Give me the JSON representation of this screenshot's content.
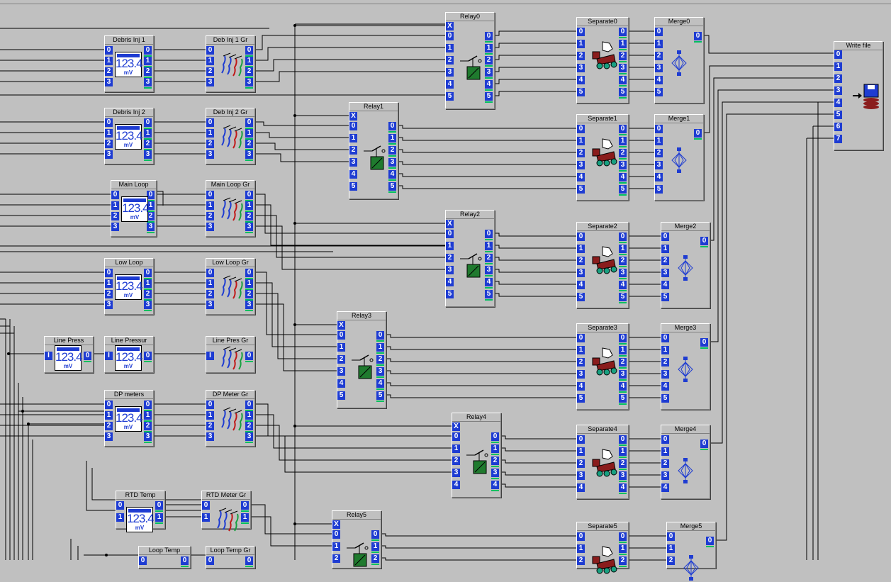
{
  "meter_display": {
    "value": "123.4",
    "unit": "mV"
  },
  "meters": [
    {
      "name": "Debris Inj 1",
      "inputs": [
        "0",
        "1",
        "2",
        "3"
      ],
      "outputs": [
        "0",
        "1",
        "2",
        "3"
      ]
    },
    {
      "name": "Debris Inj 2",
      "inputs": [
        "0",
        "1",
        "2",
        "3"
      ],
      "outputs": [
        "0",
        "1",
        "2",
        "3"
      ]
    },
    {
      "name": "Main Loop",
      "inputs": [
        "0",
        "1",
        "2",
        "3"
      ],
      "outputs": [
        "0",
        "1",
        "2",
        "3"
      ]
    },
    {
      "name": "Low Loop",
      "inputs": [
        "0",
        "1",
        "2",
        "3"
      ],
      "outputs": [
        "0",
        "1",
        "2",
        "3"
      ]
    },
    {
      "name": "Line Press",
      "inputs": [
        "I"
      ],
      "outputs": [
        "0"
      ]
    },
    {
      "name": "Line Pressur",
      "inputs": [
        "I"
      ],
      "outputs": [
        "0"
      ]
    },
    {
      "name": "DP meters",
      "inputs": [
        "0",
        "1",
        "2",
        "3"
      ],
      "outputs": [
        "0",
        "1",
        "2",
        "3"
      ]
    },
    {
      "name": "RTD Temp",
      "inputs": [
        "0",
        "1"
      ],
      "outputs": [
        "0",
        "1"
      ]
    },
    {
      "name": "Loop Temp",
      "inputs": [
        "0"
      ],
      "outputs": [
        "0"
      ]
    }
  ],
  "graphs": [
    {
      "name": "Deb Inj 1 Gr",
      "inputs": [
        "0",
        "1",
        "2",
        "3"
      ],
      "outputs": [
        "0",
        "1",
        "2",
        "3"
      ]
    },
    {
      "name": "Deb Inj 2 Gr",
      "inputs": [
        "0",
        "1",
        "2",
        "3"
      ],
      "outputs": [
        "0",
        "1",
        "2",
        "3"
      ]
    },
    {
      "name": "Main Loop Gr",
      "inputs": [
        "0",
        "1",
        "2",
        "3"
      ],
      "outputs": [
        "0",
        "1",
        "2",
        "3"
      ]
    },
    {
      "name": "Low Loop Gr",
      "inputs": [
        "0",
        "1",
        "2",
        "3"
      ],
      "outputs": [
        "0",
        "1",
        "2",
        "3"
      ]
    },
    {
      "name": "Line Pres Gr",
      "inputs": [
        "I"
      ],
      "outputs": [
        "0"
      ]
    },
    {
      "name": "DP Meter Gr",
      "inputs": [
        "0",
        "1",
        "2",
        "3"
      ],
      "outputs": [
        "0",
        "1",
        "2",
        "3"
      ]
    },
    {
      "name": "RTD Meter Gr",
      "inputs": [
        "0",
        "1"
      ],
      "outputs": [
        "0",
        "1"
      ]
    },
    {
      "name": "Loop Temp Gr",
      "inputs": [
        "0"
      ],
      "outputs": [
        "0"
      ]
    }
  ],
  "relays": [
    {
      "name": "Relay0",
      "ctrl": "X",
      "inputs": [
        "0",
        "1",
        "2",
        "3",
        "4",
        "5"
      ],
      "outputs": [
        "0",
        "1",
        "2",
        "3",
        "4",
        "5"
      ]
    },
    {
      "name": "Relay1",
      "ctrl": "X",
      "inputs": [
        "0",
        "1",
        "2",
        "3",
        "4",
        "5"
      ],
      "outputs": [
        "0",
        "1",
        "2",
        "3",
        "4",
        "5"
      ]
    },
    {
      "name": "Relay2",
      "ctrl": "X",
      "inputs": [
        "0",
        "1",
        "2",
        "3",
        "4",
        "5"
      ],
      "outputs": [
        "0",
        "1",
        "2",
        "3",
        "4",
        "5"
      ]
    },
    {
      "name": "Relay3",
      "ctrl": "X",
      "inputs": [
        "0",
        "1",
        "2",
        "3",
        "4",
        "5"
      ],
      "outputs": [
        "0",
        "1",
        "2",
        "3",
        "4",
        "5"
      ]
    },
    {
      "name": "Relay4",
      "ctrl": "X",
      "inputs": [
        "0",
        "1",
        "2",
        "3",
        "4"
      ],
      "outputs": [
        "0",
        "1",
        "2",
        "3",
        "4"
      ]
    },
    {
      "name": "Relay5",
      "ctrl": "X",
      "inputs": [
        "0",
        "1",
        "2"
      ],
      "outputs": [
        "0",
        "1",
        "2"
      ]
    }
  ],
  "separates": [
    {
      "name": "Separate0",
      "inputs": [
        "0",
        "1",
        "2",
        "3",
        "4",
        "5"
      ],
      "outputs": [
        "0",
        "1",
        "2",
        "3",
        "4",
        "5"
      ]
    },
    {
      "name": "Separate1",
      "inputs": [
        "0",
        "1",
        "2",
        "3",
        "4",
        "5"
      ],
      "outputs": [
        "0",
        "1",
        "2",
        "3",
        "4",
        "5"
      ]
    },
    {
      "name": "Separate2",
      "inputs": [
        "0",
        "1",
        "2",
        "3",
        "4",
        "5"
      ],
      "outputs": [
        "0",
        "1",
        "2",
        "3",
        "4",
        "5"
      ]
    },
    {
      "name": "Separate3",
      "inputs": [
        "0",
        "1",
        "2",
        "3",
        "4",
        "5"
      ],
      "outputs": [
        "0",
        "1",
        "2",
        "3",
        "4",
        "5"
      ]
    },
    {
      "name": "Separate4",
      "inputs": [
        "0",
        "1",
        "2",
        "3",
        "4"
      ],
      "outputs": [
        "0",
        "1",
        "2",
        "3",
        "4"
      ]
    },
    {
      "name": "Separate5",
      "inputs": [
        "0",
        "1",
        "2"
      ],
      "outputs": [
        "0",
        "1",
        "2"
      ]
    }
  ],
  "merges": [
    {
      "name": "Merge0",
      "inputs": [
        "0",
        "1",
        "2",
        "3",
        "4",
        "5"
      ],
      "outputs": [
        "0"
      ]
    },
    {
      "name": "Merge1",
      "inputs": [
        "0",
        "1",
        "2",
        "3",
        "4",
        "5"
      ],
      "outputs": [
        "0"
      ]
    },
    {
      "name": "Merge2",
      "inputs": [
        "0",
        "1",
        "2",
        "3",
        "4",
        "5"
      ],
      "outputs": [
        "0"
      ]
    },
    {
      "name": "Merge3",
      "inputs": [
        "0",
        "1",
        "2",
        "3",
        "4",
        "5"
      ],
      "outputs": [
        "0"
      ]
    },
    {
      "name": "Merge4",
      "inputs": [
        "0",
        "1",
        "2",
        "3",
        "4"
      ],
      "outputs": [
        "0"
      ]
    },
    {
      "name": "Merge5",
      "inputs": [
        "0",
        "1",
        "2"
      ],
      "outputs": [
        "0"
      ]
    }
  ],
  "write_file": {
    "name": "Write file",
    "inputs": [
      "0",
      "1",
      "2",
      "3",
      "4",
      "5",
      "6",
      "7"
    ]
  },
  "colors": {
    "pin": "#1e3cd2",
    "pin_status": "#00c060",
    "background": "#c0c0c0",
    "relay_box": "#1f7a2e"
  },
  "icons": {
    "meter": "digital-meter-icon",
    "graph": "chart-recorder-icon",
    "relay": "relay-switch-icon",
    "separate": "separator-robot-icon",
    "merge": "merge-diamond-icon",
    "write": "floppy-disk-icon"
  }
}
